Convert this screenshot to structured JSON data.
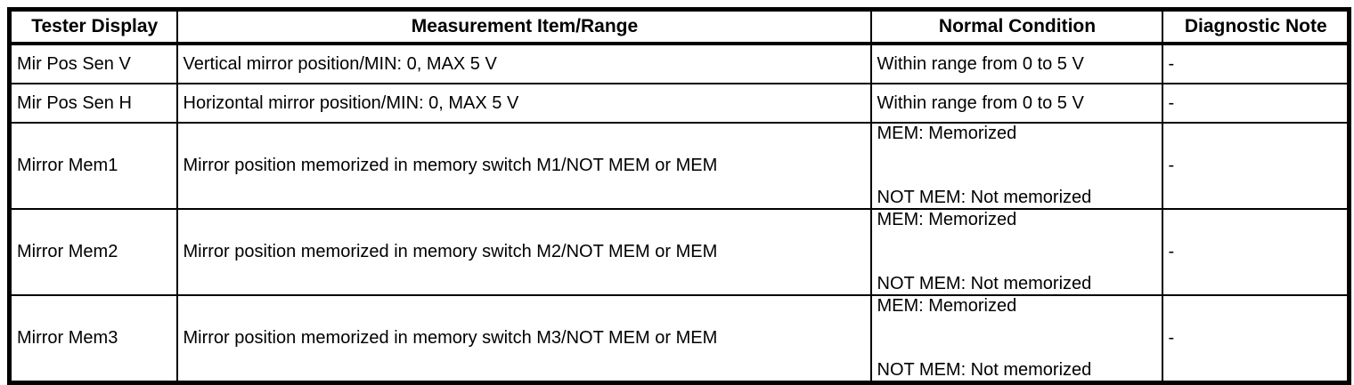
{
  "colors": {
    "border": "#000000",
    "background": "#ffffff",
    "text": "#000000"
  },
  "table": {
    "columns": [
      {
        "label": "Tester Display"
      },
      {
        "label": "Measurement Item/Range"
      },
      {
        "label": "Normal Condition"
      },
      {
        "label": "Diagnostic Note"
      }
    ],
    "rows": [
      {
        "tester_display": "Mir Pos Sen V",
        "measurement": "Vertical mirror position/MIN: 0, MAX 5 V",
        "normal_condition": [
          "Within range from 0 to 5 V"
        ],
        "diagnostic_note": "-"
      },
      {
        "tester_display": "Mir Pos Sen H",
        "measurement": "Horizontal mirror position/MIN: 0, MAX 5 V",
        "normal_condition": [
          "Within range from 0 to 5 V"
        ],
        "diagnostic_note": "-"
      },
      {
        "tester_display": "Mirror Mem1",
        "measurement": "Mirror position memorized in memory switch M1/NOT MEM or MEM",
        "normal_condition": [
          "MEM: Memorized",
          "NOT MEM: Not memorized"
        ],
        "diagnostic_note": "-"
      },
      {
        "tester_display": "Mirror Mem2",
        "measurement": "Mirror position memorized in memory switch M2/NOT MEM or MEM",
        "normal_condition": [
          "MEM: Memorized",
          "NOT MEM: Not memorized"
        ],
        "diagnostic_note": "-"
      },
      {
        "tester_display": "Mirror Mem3",
        "measurement": "Mirror position memorized in memory switch M3/NOT MEM or MEM",
        "normal_condition": [
          "MEM: Memorized",
          "NOT MEM: Not memorized"
        ],
        "diagnostic_note": "-"
      }
    ]
  }
}
